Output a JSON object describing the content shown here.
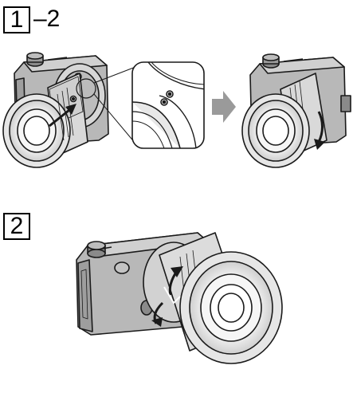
{
  "steps": [
    {
      "number": "1",
      "suffix": "–2"
    },
    {
      "number": "2",
      "suffix": ""
    }
  ],
  "illustrations": {
    "step1": [
      "camera-lens-alignment-illustration",
      "mount-index-closeup-illustration",
      "next-arrow-icon",
      "lens-rotate-illustration"
    ],
    "step2": [
      "lens-detach-rotate-illustration"
    ]
  },
  "colors": {
    "outline": "#1a1a1a",
    "body_gray": "#b3b3b3",
    "dark_gray": "#8a8a8a",
    "arrow_gray": "#9a9a9a"
  }
}
